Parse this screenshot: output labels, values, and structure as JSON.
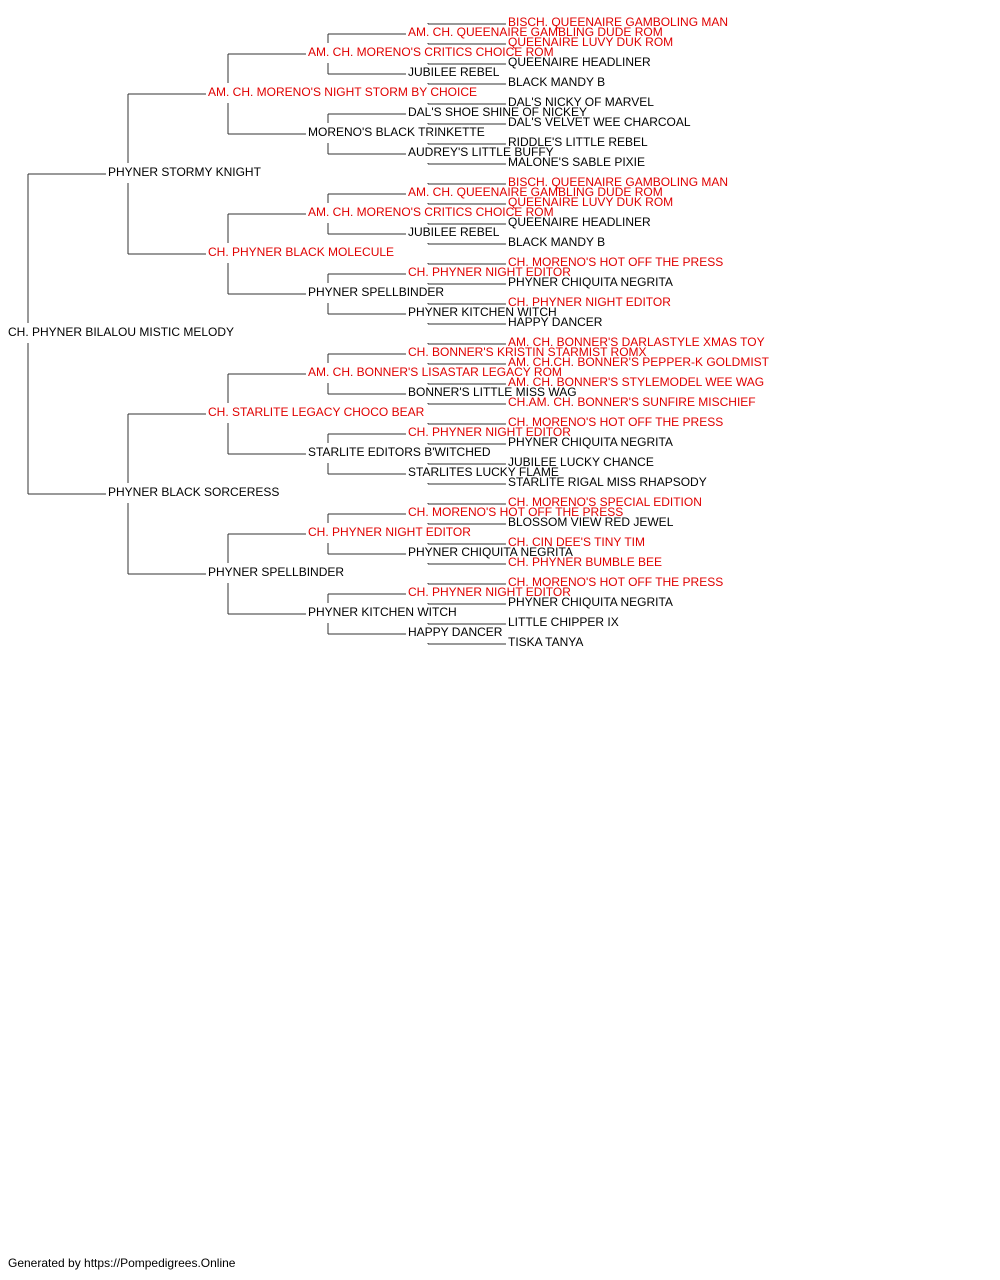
{
  "colors": {
    "champion": "#e00000",
    "normal": "#000000",
    "line": "#333333"
  },
  "footer": "Generated by https://Pompedigrees.Online",
  "pedigree": {
    "name": "CH. PHYNER BILALOU MISTIC MELODY",
    "champion": false,
    "sire": {
      "name": "PHYNER STORMY KNIGHT",
      "champion": false,
      "sire": {
        "name": "AM. CH. MORENO'S NIGHT STORM BY CHOICE",
        "champion": true,
        "sire": {
          "name": "AM. CH. MORENO'S CRITICS CHOICE ROM",
          "champion": true,
          "sire": {
            "name": "AM. CH. QUEENAIRE GAMBLING DUDE ROM",
            "champion": true,
            "sire": {
              "name": "BISCH. QUEENAIRE GAMBOLING MAN",
              "champion": true
            },
            "dam": {
              "name": "QUEENAIRE LUVY DUK ROM",
              "champion": true
            }
          },
          "dam": {
            "name": "JUBILEE REBEL",
            "champion": false,
            "sire": {
              "name": "QUEENAIRE HEADLINER",
              "champion": false
            },
            "dam": {
              "name": "BLACK MANDY B",
              "champion": false
            }
          }
        },
        "dam": {
          "name": "MORENO'S BLACK TRINKETTE",
          "champion": false,
          "sire": {
            "name": "DAL'S SHOE SHINE OF NICKEY",
            "champion": false,
            "sire": {
              "name": "DAL'S NICKY OF MARVEL",
              "champion": false
            },
            "dam": {
              "name": "DAL'S VELVET WEE CHARCOAL",
              "champion": false
            }
          },
          "dam": {
            "name": "AUDREY'S LITTLE BUFFY",
            "champion": false,
            "sire": {
              "name": "RIDDLE'S LITTLE REBEL",
              "champion": false
            },
            "dam": {
              "name": "MALONE'S SABLE PIXIE",
              "champion": false
            }
          }
        }
      },
      "dam": {
        "name": "CH. PHYNER BLACK MOLECULE",
        "champion": true,
        "sire": {
          "name": "AM. CH. MORENO'S CRITICS CHOICE ROM",
          "champion": true,
          "sire": {
            "name": "AM. CH. QUEENAIRE GAMBLING DUDE ROM",
            "champion": true,
            "sire": {
              "name": "BISCH. QUEENAIRE GAMBOLING MAN",
              "champion": true
            },
            "dam": {
              "name": "QUEENAIRE LUVY DUK ROM",
              "champion": true
            }
          },
          "dam": {
            "name": "JUBILEE REBEL",
            "champion": false,
            "sire": {
              "name": "QUEENAIRE HEADLINER",
              "champion": false
            },
            "dam": {
              "name": "BLACK MANDY B",
              "champion": false
            }
          }
        },
        "dam": {
          "name": "PHYNER SPELLBINDER",
          "champion": false,
          "sire": {
            "name": "CH. PHYNER NIGHT EDITOR",
            "champion": true,
            "sire": {
              "name": "CH. MORENO'S HOT OFF THE PRESS",
              "champion": true
            },
            "dam": {
              "name": "PHYNER CHIQUITA NEGRITA",
              "champion": false
            }
          },
          "dam": {
            "name": "PHYNER KITCHEN WITCH",
            "champion": false,
            "sire": {
              "name": "CH. PHYNER NIGHT EDITOR",
              "champion": true
            },
            "dam": {
              "name": "HAPPY DANCER",
              "champion": false
            }
          }
        }
      }
    },
    "dam": {
      "name": "PHYNER BLACK SORCERESS",
      "champion": false,
      "sire": {
        "name": "CH. STARLITE LEGACY CHOCO BEAR",
        "champion": true,
        "sire": {
          "name": "AM. CH. BONNER'S LISASTAR LEGACY ROM",
          "champion": true,
          "sire": {
            "name": "CH. BONNER'S KRISTIN STARMIST ROMX",
            "champion": true,
            "sire": {
              "name": "AM. CH. BONNER'S DARLASTYLE XMAS TOY",
              "champion": true
            },
            "dam": {
              "name": "AM. CH.CH. BONNER'S PEPPER-K GOLDMIST",
              "champion": true
            }
          },
          "dam": {
            "name": "BONNER'S LITTLE MISS WAG",
            "champion": false,
            "sire": {
              "name": "AM. CH. BONNER'S STYLEMODEL WEE WAG",
              "champion": true
            },
            "dam": {
              "name": "CH.AM. CH. BONNER'S SUNFIRE MISCHIEF",
              "champion": true
            }
          }
        },
        "dam": {
          "name": "STARLITE EDITORS B'WITCHED",
          "champion": false,
          "sire": {
            "name": "CH. PHYNER NIGHT EDITOR",
            "champion": true,
            "sire": {
              "name": "CH. MORENO'S HOT OFF THE PRESS",
              "champion": true
            },
            "dam": {
              "name": "PHYNER CHIQUITA NEGRITA",
              "champion": false
            }
          },
          "dam": {
            "name": "STARLITES LUCKY FLAME",
            "champion": false,
            "sire": {
              "name": "JUBILEE LUCKY CHANCE",
              "champion": false
            },
            "dam": {
              "name": "STARLITE RIGAL MISS RHAPSODY",
              "champion": false
            }
          }
        }
      },
      "dam": {
        "name": "PHYNER SPELLBINDER",
        "champion": false,
        "sire": {
          "name": "CH. PHYNER NIGHT EDITOR",
          "champion": true,
          "sire": {
            "name": "CH. MORENO'S HOT OFF THE PRESS",
            "champion": true,
            "sire": {
              "name": "CH. MORENO'S SPECIAL EDITION",
              "champion": true
            },
            "dam": {
              "name": "BLOSSOM VIEW RED JEWEL",
              "champion": false
            }
          },
          "dam": {
            "name": "PHYNER CHIQUITA NEGRITA",
            "champion": false,
            "sire": {
              "name": "CH. CIN DEE'S TINY TIM",
              "champion": true
            },
            "dam": {
              "name": "CH. PHYNER BUMBLE BEE",
              "champion": true
            }
          }
        },
        "dam": {
          "name": "PHYNER KITCHEN WITCH",
          "champion": false,
          "sire": {
            "name": "CH. PHYNER NIGHT EDITOR",
            "champion": true,
            "sire": {
              "name": "CH. MORENO'S HOT OFF THE PRESS",
              "champion": true
            },
            "dam": {
              "name": "PHYNER CHIQUITA NEGRITA",
              "champion": false
            }
          },
          "dam": {
            "name": "HAPPY DANCER",
            "champion": false,
            "sire": {
              "name": "LITTLE CHIPPER IX",
              "champion": false
            },
            "dam": {
              "name": "TISKA TANYA",
              "champion": false
            }
          }
        }
      }
    }
  }
}
